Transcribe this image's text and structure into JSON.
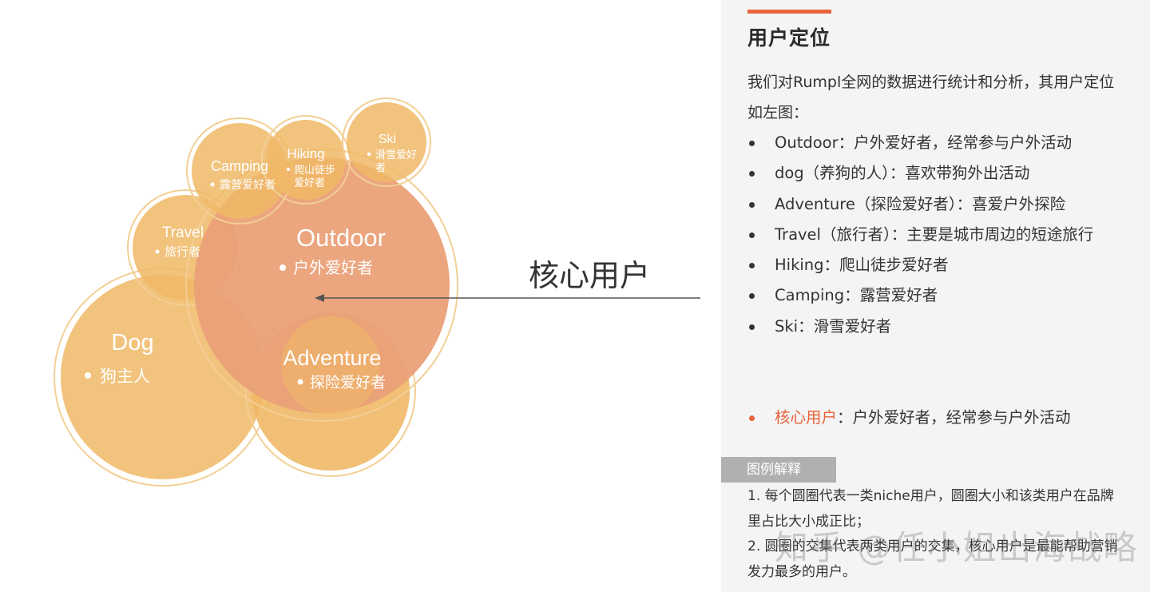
{
  "diagram": {
    "bubbles": [
      {
        "id": "dog",
        "title": "Dog",
        "subtitle": "狗主人"
      },
      {
        "id": "travel",
        "title": "Travel",
        "subtitle": "旅行者"
      },
      {
        "id": "camping",
        "title": "Camping",
        "subtitle": "露营爱好者"
      },
      {
        "id": "hiking",
        "title": "Hiking",
        "subtitle_lines": [
          "爬山徒步",
          "爱好者"
        ]
      },
      {
        "id": "ski",
        "title": "Ski",
        "subtitle_lines": [
          "滑雪爱好",
          "者"
        ]
      },
      {
        "id": "outdoor",
        "title": "Outdoor",
        "subtitle": "户外爱好者"
      },
      {
        "id": "adventure",
        "title": "Adventure",
        "subtitle": "探险爱好者"
      }
    ],
    "core_label": "核心用户",
    "colors": {
      "bubble_fill": "#f0b866",
      "bubble_outline": "#f3cf95",
      "outdoor_fill": "#eaa078",
      "text_light": "#ffffff",
      "arrow": "#555555"
    }
  },
  "panel": {
    "title": "用户定位",
    "intro": "我们对Rumpl全网的数据进行统计和分析，其用户定位如左图：",
    "items": [
      "Outdoor：户外爱好者，经常参与户外活动",
      "dog（养狗的人）：喜欢带狗外出活动",
      "Adventure（探险爱好者）：喜爱户外探险",
      "Travel（旅行者）：主要是城市周边的短途旅行",
      "Hiking：爬山徒步爱好者",
      "Camping：露营爱好者",
      "Ski：滑雪爱好者"
    ],
    "core": {
      "label": "核心用户",
      "text": "：户外爱好者，经常参与户外活动"
    },
    "legend_title": "图例解释",
    "notes": [
      "1. 每个圆圈代表一类niche用户，圆圈大小和该类用户在品牌里占比大小成正比；",
      "2. 圆圈的交集代表两类用户的交集，核心用户是最能帮助营销发力最多的用户。"
    ],
    "accent_color": "#e8643c"
  },
  "watermark": "知乎 @任小姐出海战略"
}
